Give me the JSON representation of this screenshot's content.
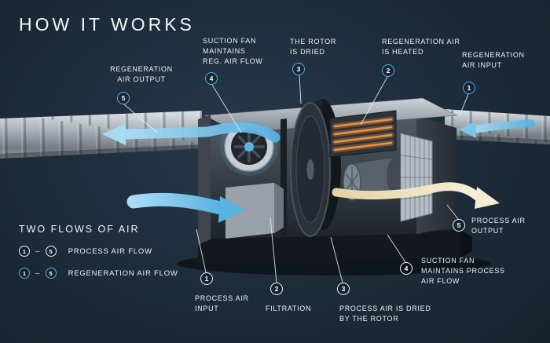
{
  "title": "HOW IT WORKS",
  "colors": {
    "background": "#1d2c3b",
    "regeneration_accent": "#4fb6e8",
    "process_accent": "#ffffff",
    "heater_orange": "#f09040"
  },
  "callouts": {
    "regeneration": [
      {
        "num": "5",
        "label": "REGENERATION AIR OUTPUT"
      },
      {
        "num": "4",
        "label": "SUCTION FAN MAINTAINS REG. AIR FLOW"
      },
      {
        "num": "3",
        "label": "THE ROTOR IS DRIED"
      },
      {
        "num": "2",
        "label": "REGENERATION AIR IS HEATED"
      },
      {
        "num": "1",
        "label": "REGENERATION AIR INPUT"
      }
    ],
    "process": [
      {
        "num": "1",
        "label": "PROCESS AIR INPUT"
      },
      {
        "num": "2",
        "label": "FILTRATION"
      },
      {
        "num": "3",
        "label": "PROCESS AIR IS DRIED BY THE ROTOR"
      },
      {
        "num": "4",
        "label": "SUCTION FAN MAINTAINS PROCESS AIR FLOW"
      },
      {
        "num": "5",
        "label": "PROCESS AIR OUTPUT"
      }
    ]
  },
  "legend": {
    "title": "TWO FLOWS OF AIR",
    "separator": "–",
    "rows": [
      {
        "from": "1",
        "to": "5",
        "label": "PROCESS AIR FLOW"
      },
      {
        "from": "1",
        "to": "5",
        "label": "REGENERATION AIR FLOW"
      }
    ]
  }
}
